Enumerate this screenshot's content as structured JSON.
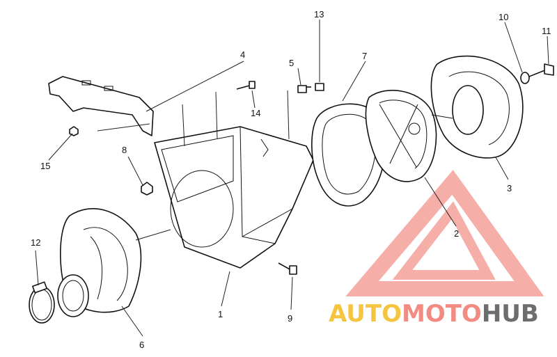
{
  "callouts": [
    {
      "id": "1",
      "label": "1"
    },
    {
      "id": "2",
      "label": "2"
    },
    {
      "id": "3",
      "label": "3"
    },
    {
      "id": "4",
      "label": "4"
    },
    {
      "id": "5",
      "label": "5"
    },
    {
      "id": "6",
      "label": "6"
    },
    {
      "id": "7",
      "label": "7"
    },
    {
      "id": "8",
      "label": "8"
    },
    {
      "id": "9",
      "label": "9"
    },
    {
      "id": "10",
      "label": "10"
    },
    {
      "id": "11",
      "label": "11"
    },
    {
      "id": "12",
      "label": "12"
    },
    {
      "id": "13",
      "label": "13"
    },
    {
      "id": "14",
      "label": "14"
    },
    {
      "id": "15",
      "label": "15"
    }
  ],
  "watermark": {
    "part1": "AUTO",
    "part2": "MOTO",
    "part3": "HUB",
    "colors": {
      "auto": "#f5c542",
      "moto": "#f28b82",
      "hub": "#6d6d6d",
      "logo": "#f4a09a"
    }
  }
}
